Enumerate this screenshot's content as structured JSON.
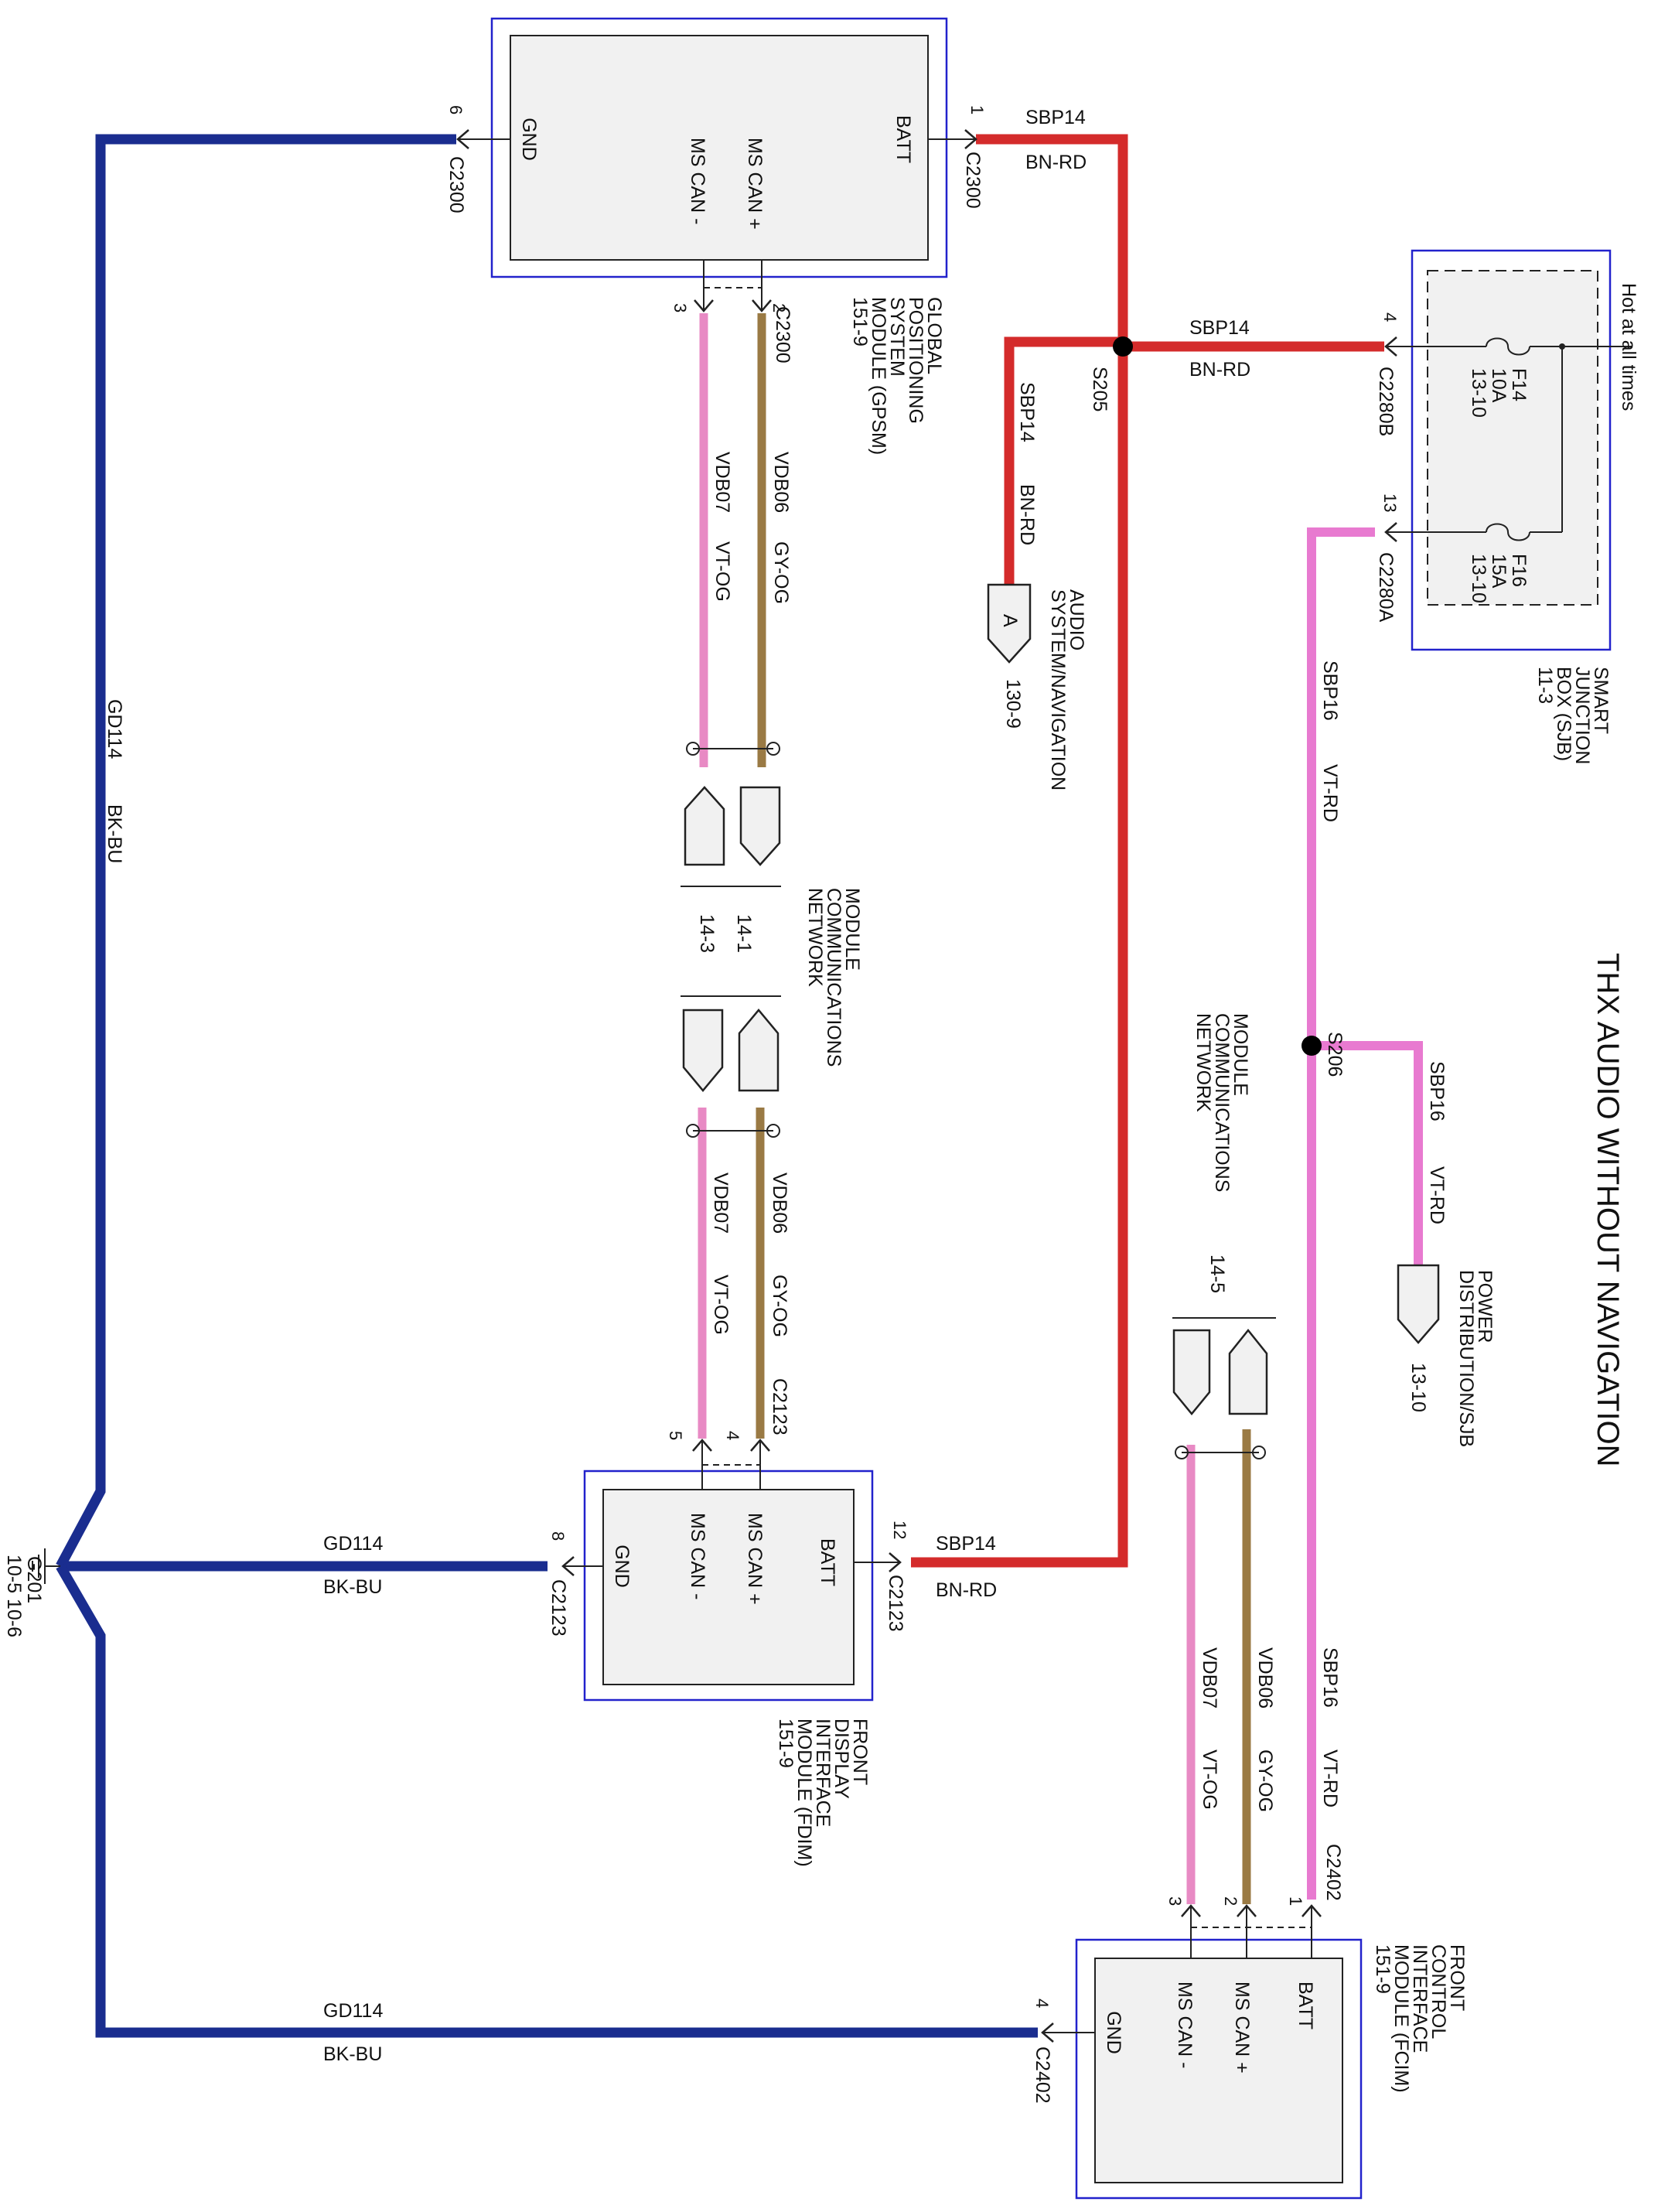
{
  "title": "THX AUDIO WITHOUT NAVIGATION",
  "colors": {
    "BN-RD": "#d42b2b",
    "BK-BU": "#1a2d8f",
    "VT-RD": "#e87ad0",
    "VT-OG": "#e88ac4",
    "GY-OG": "#9a7a44",
    "box_border": "#2222cc"
  },
  "modules": {
    "gpsm": {
      "name": [
        "GLOBAL",
        "POSITIONING",
        "SYSTEM",
        "MODULE (GPSM)",
        "151-9"
      ],
      "pins": {
        "batt": "BATT",
        "gnd": "GND",
        "can_plus": "MS CAN +",
        "can_minus": "MS CAN -"
      },
      "connector": "C2300",
      "pin_numbers": {
        "batt": "1",
        "gnd": "6",
        "can_plus": "2",
        "can_minus": "3"
      }
    },
    "fdim": {
      "name": [
        "FRONT",
        "DISPLAY",
        "INTERFACE",
        "MODULE (FDIM)",
        "151-9"
      ],
      "pins": {
        "batt": "BATT",
        "gnd": "GND",
        "can_plus": "MS CAN +",
        "can_minus": "MS CAN -"
      },
      "connector": "C2123",
      "pin_numbers": {
        "batt": "12",
        "gnd": "8",
        "can_plus": "4",
        "can_minus": "5"
      }
    },
    "fcim": {
      "name": [
        "FRONT",
        "CONTROL",
        "INTERFACE",
        "MODULE (FCIM)",
        "151-9"
      ],
      "pins": {
        "batt": "BATT",
        "gnd": "GND",
        "can_plus": "MS CAN +",
        "can_minus": "MS CAN -"
      },
      "connector": "C2402",
      "pin_numbers": {
        "batt": "1",
        "gnd": "4",
        "can_plus": "2",
        "can_minus": "3"
      }
    },
    "sjb": {
      "name": [
        "SMART",
        "JUNCTION",
        "BOX (SJB)",
        "11-3"
      ],
      "hot_label": "Hot at all times",
      "fuses": [
        {
          "name": "F14",
          "rating": "10A",
          "ref": "13-10",
          "connector": "C2280B",
          "pin": "4"
        },
        {
          "name": "F16",
          "rating": "15A",
          "ref": "13-10",
          "connector": "C2280A",
          "pin": "13"
        }
      ]
    }
  },
  "circuits": {
    "sbp14": {
      "name": "SBP14",
      "color": "BN-RD"
    },
    "sbp16": {
      "name": "SBP16",
      "color": "VT-RD"
    },
    "gd114": {
      "name": "GD114",
      "color": "BK-BU"
    },
    "vdb06": {
      "name": "VDB06",
      "color": "GY-OG"
    },
    "vdb07": {
      "name": "VDB07",
      "color": "VT-OG"
    }
  },
  "splices": {
    "s205": "S205",
    "s206": "S206"
  },
  "ground": {
    "name": "G201",
    "refs": "10-5  10-6"
  },
  "refs": {
    "audio_nav": {
      "lines": [
        "AUDIO",
        "SYSTEM/NAVIGATION"
      ],
      "page": "130-9",
      "letter": "A"
    },
    "mcn": {
      "lines": [
        "MODULE",
        "COMMUNICATIONS",
        "NETWORK"
      ],
      "pages": [
        "14-1",
        "14-3"
      ]
    },
    "mcn2": {
      "lines": [
        "MODULE",
        "COMMUNICATIONS",
        "NETWORK"
      ],
      "page": "14-5"
    },
    "pd_sjb": {
      "lines": [
        "POWER",
        "DISTRIBUTION/SJB"
      ],
      "page": "13-10"
    }
  }
}
